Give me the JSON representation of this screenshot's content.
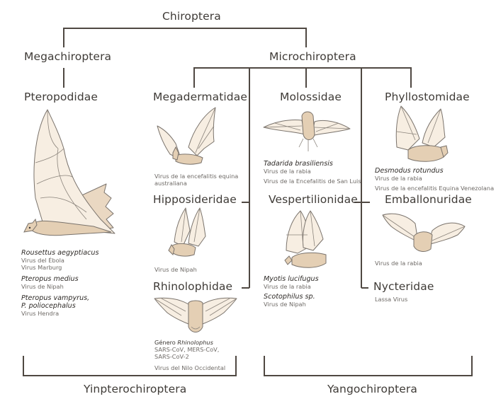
{
  "title": "Chiroptera",
  "suborders": {
    "mega": "Megachiroptera",
    "micro": "Microchiroptera"
  },
  "clades": {
    "yin": "Yinpterochiroptera",
    "yang": "Yangochiroptera"
  },
  "line_color": "#4f4842",
  "families": {
    "pteropodidae": {
      "name": "Pteropodidae",
      "icon": "flying-fox-bat-icon",
      "entries": [
        {
          "species": "Rousettus aegyptiacus",
          "viruses": [
            "Virus del Ébola",
            "Virus Marburg"
          ]
        },
        {
          "species": "Pteropus medius",
          "viruses": [
            "Virus de Nipah"
          ]
        },
        {
          "species": "Pteropus vampyrus,",
          "species2": "P. poliocephalus",
          "viruses": [
            "Virus Hendra"
          ]
        }
      ]
    },
    "megadermatidae": {
      "name": "Megadermatidae",
      "icon": "false-vampire-bat-icon",
      "viruses": [
        "Virus de la encefalitis equina",
        "australiana"
      ]
    },
    "hipposideridae": {
      "name": "Hipposideridae",
      "icon": "roundleaf-bat-icon",
      "viruses": [
        "Virus de Nipah"
      ]
    },
    "rhinolophidae": {
      "name": "Rhinolophidae",
      "icon": "horseshoe-bat-icon",
      "genus_prefix": "Género ",
      "genus": "Rhinolophus",
      "viruses": [
        "SARS-CoV, MERS-CoV,",
        "SARS-CoV-2"
      ],
      "extra": "Virus del Nilo Occidental"
    },
    "molossidae": {
      "name": "Molossidae",
      "icon": "free-tailed-bat-icon",
      "species": "Tadarida brasiliensis",
      "viruses": [
        "Virus de la rabia"
      ],
      "extra": "Virus de la Encefalitis de San Luis"
    },
    "vespertilionidae": {
      "name": "Vespertilionidae",
      "icon": "vesper-bat-icon",
      "entries": [
        {
          "species": "Myotis lucifugus",
          "viruses": [
            "Virus de la rabia"
          ]
        },
        {
          "species": "Scotophilus sp.",
          "viruses": [
            "Virus de Nipah"
          ]
        }
      ]
    },
    "phyllostomidae": {
      "name": "Phyllostomidae",
      "icon": "vampire-bat-icon",
      "species": "Desmodus rotundus",
      "viruses": [
        "Virus de la rabia"
      ],
      "extra": "Virus de la encefalitis Equina Venezolana"
    },
    "emballonuridae": {
      "name": "Emballonuridae",
      "icon": "sheath-tailed-bat-icon",
      "viruses": [
        "Virus de la rabia"
      ]
    },
    "nycteridae": {
      "name": "Nycteridae",
      "viruses": [
        "Lassa Virus"
      ]
    }
  }
}
